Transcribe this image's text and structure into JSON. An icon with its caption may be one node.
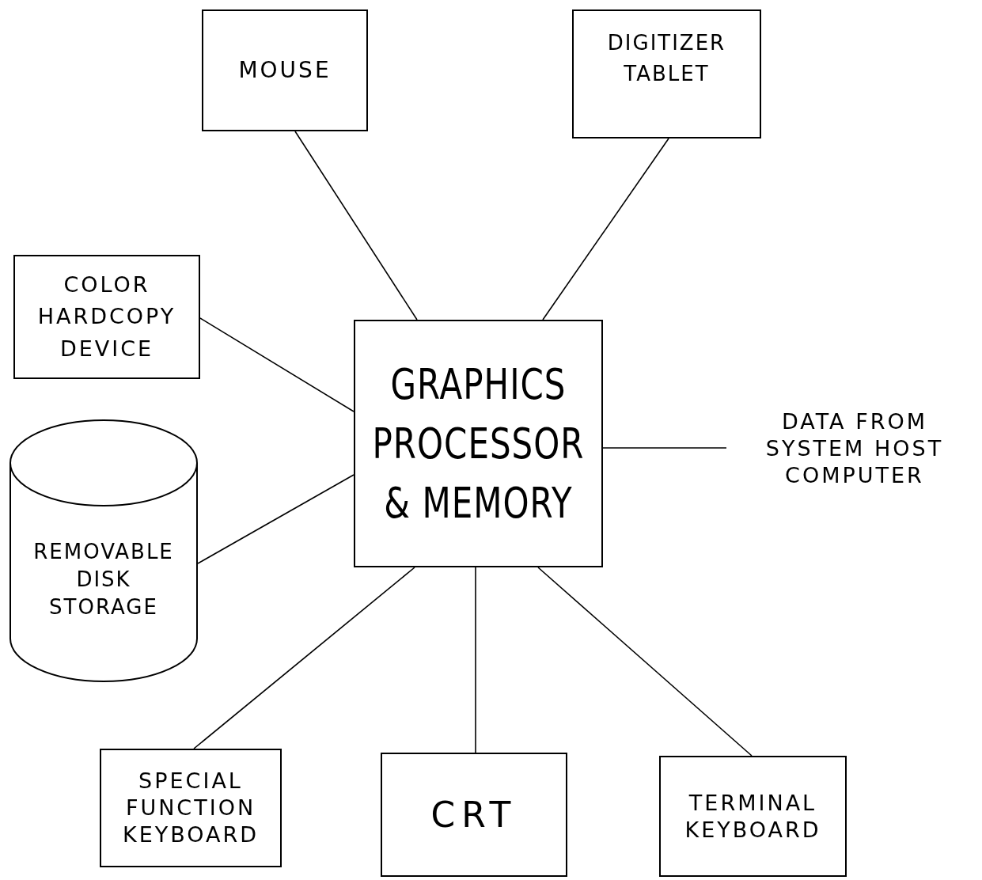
{
  "diagram": {
    "nodes": [
      {
        "text": [
          "MOUSE"
        ]
      },
      {
        "text": [
          "DIGITIZER TABLET"
        ]
      },
      {
        "text": [
          "COLOR HARDCOPY DEVICE"
        ]
      },
      {
        "text": [
          "GRAPHICS PROCESSOR & MEMORY"
        ]
      },
      {
        "text": [
          "DATA FROM SYSTEM HOST COMPUTER"
        ]
      },
      {
        "text": [
          "REMOVABLE DISK STORAGE"
        ]
      },
      {
        "text": [
          "SPECIAL FUNCTION KEYBOARD"
        ]
      },
      {
        "text": [
          "CRT"
        ]
      },
      {
        "text": [
          "TERMINAL KEYBOARD"
        ]
      }
    ],
    "edges": [
      {
        "from": 0,
        "to": 3,
        "arrow": "none"
      },
      {
        "from": 1,
        "to": 3,
        "arrow": "none"
      },
      {
        "from": 2,
        "to": 3,
        "arrow": "none"
      },
      {
        "from": 5,
        "to": 3,
        "arrow": "none"
      },
      {
        "from": 3,
        "to": 4,
        "arrow": "none"
      },
      {
        "from": 3,
        "to": 6,
        "arrow": "none"
      },
      {
        "from": 3,
        "to": 7,
        "arrow": "none"
      },
      {
        "from": 3,
        "to": 8,
        "arrow": "none"
      }
    ]
  }
}
